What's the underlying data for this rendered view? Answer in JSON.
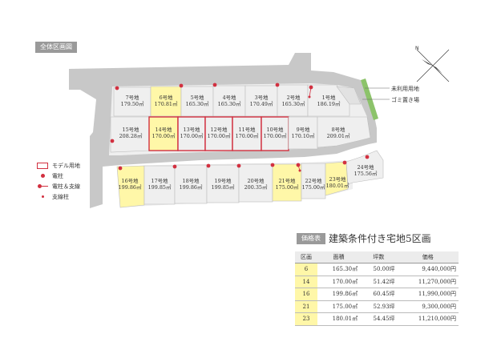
{
  "header": {
    "title": "全体区画図"
  },
  "legend": {
    "model": "モデル用地",
    "pole": "電柱",
    "pole_guy": "電柱＆支線",
    "guy_pole": "支線柱"
  },
  "map_labels": {
    "undeveloped": "未利用用地",
    "trash": "ゴミ置き場"
  },
  "lots": [
    {
      "no": "7号地",
      "area": "179.50㎡"
    },
    {
      "no": "6号地",
      "area": "170.81㎡"
    },
    {
      "no": "5号地",
      "area": "165.30㎡"
    },
    {
      "no": "4号地",
      "area": "165.30㎡"
    },
    {
      "no": "3号地",
      "area": "170.49㎡"
    },
    {
      "no": "2号地",
      "area": "165.30㎡"
    },
    {
      "no": "1号地",
      "area": "186.19㎡"
    },
    {
      "no": "15号地",
      "area": "208.28㎡"
    },
    {
      "no": "14号地",
      "area": "170.00㎡"
    },
    {
      "no": "13号地",
      "area": "170.00㎡"
    },
    {
      "no": "12号地",
      "area": "170.00㎡"
    },
    {
      "no": "11号地",
      "area": "170.00㎡"
    },
    {
      "no": "10号地",
      "area": "170.00㎡"
    },
    {
      "no": "9号地",
      "area": "170.10㎡"
    },
    {
      "no": "8号地",
      "area": "209.01㎡"
    },
    {
      "no": "16号地",
      "area": "199.86㎡"
    },
    {
      "no": "17号地",
      "area": "199.85㎡"
    },
    {
      "no": "18号地",
      "area": "199.86㎡"
    },
    {
      "no": "19号地",
      "area": "199.85㎡"
    },
    {
      "no": "20号地",
      "area": "200.35㎡"
    },
    {
      "no": "21号地",
      "area": "175.00㎡"
    },
    {
      "no": "22号地",
      "area": "175.00㎡"
    },
    {
      "no": "23号地",
      "area": "180.01㎡"
    },
    {
      "no": "24号地",
      "area": "175.56㎡"
    }
  ],
  "colors": {
    "highlight": "#fff7a8",
    "model_border": "#d23040",
    "road": "#c8c8c8",
    "lot": "#efefef"
  },
  "price_table": {
    "tag": "価格表",
    "title": "建築条件付き宅地5区画",
    "headers": [
      "区画",
      "面積",
      "坪数",
      "価格"
    ],
    "rows": [
      [
        "6",
        "165.30㎡",
        "50.00坪",
        "9,440,000円"
      ],
      [
        "14",
        "170.00㎡",
        "51.42坪",
        "11,270,000円"
      ],
      [
        "16",
        "199.86㎡",
        "60.45坪",
        "11,990,000円"
      ],
      [
        "21",
        "175.00㎡",
        "52.93坪",
        "9,300,000円"
      ],
      [
        "23",
        "180.01㎡",
        "54.45坪",
        "11,210,000円"
      ]
    ]
  }
}
